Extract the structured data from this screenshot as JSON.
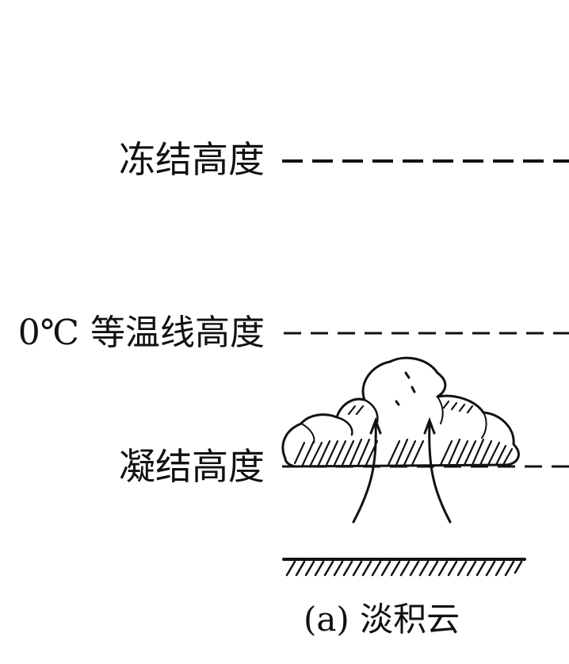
{
  "labels": {
    "freezing_level": "冻结高度",
    "isotherm_level": "0℃ 等温线高度",
    "condensation_level": "凝结高度"
  },
  "caption": "(a) 淡积云",
  "colors": {
    "ink": "#111111",
    "background": "#ffffff"
  }
}
